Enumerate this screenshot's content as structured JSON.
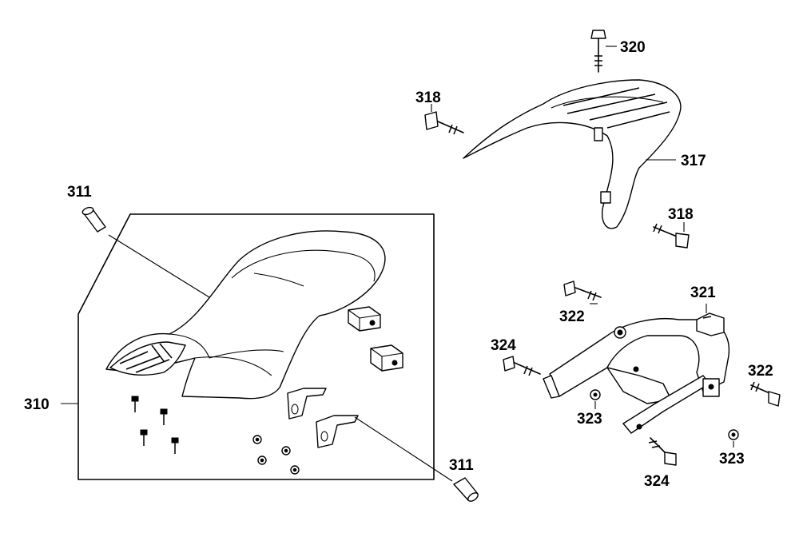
{
  "labels": {
    "p310": "310",
    "p311a": "311",
    "p311b": "311",
    "p317": "317",
    "p318a": "318",
    "p318b": "318",
    "p320": "320",
    "p321": "321",
    "p322a": "322",
    "p322b": "322",
    "p323a": "323",
    "p323b": "323",
    "p324a": "324",
    "p324b": "324"
  },
  "colors": {
    "ink": "#000000",
    "paper": "#ffffff"
  }
}
